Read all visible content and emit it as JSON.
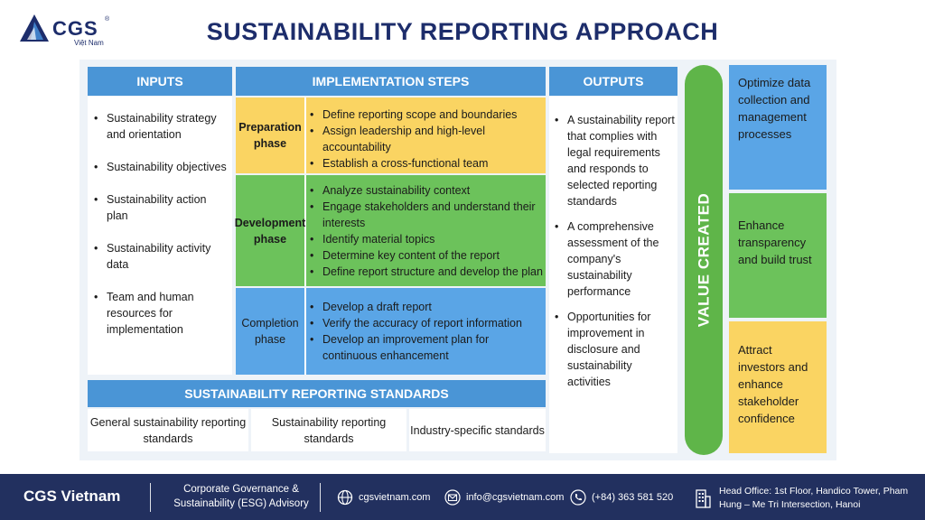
{
  "logo": {
    "brand": "CGS",
    "sub": "Việt Nam",
    "reg": "®"
  },
  "title": "SUSTAINABILITY REPORTING APPROACH",
  "inputs": {
    "header": "INPUTS",
    "items": [
      "Sustainability strategy and orientation",
      "Sustainability objectives",
      "Sustainability action plan",
      "Sustainability activity data",
      "Team and human resources for implementation"
    ]
  },
  "steps": {
    "header": "IMPLEMENTATION STEPS",
    "phases": [
      {
        "label": "Preparation phase",
        "color": "#fad462",
        "items": [
          "Define reporting scope and boundaries",
          "Assign leadership and high-level accountability",
          "Establish a cross-functional team"
        ]
      },
      {
        "label": "Development phase",
        "color": "#6cc25b",
        "items": [
          "Analyze sustainability context",
          "Engage stakeholders and understand their interests",
          "Identify material topics",
          "Determine key content of the report",
          "Define report structure and develop the plan"
        ]
      },
      {
        "label": "Completion phase",
        "color": "#5aa5e6",
        "items": [
          "Develop a draft report",
          "Verify the accuracy of report information",
          "Develop an improvement plan for continuous enhancement"
        ]
      }
    ]
  },
  "outputs": {
    "header": "OUTPUTS",
    "items": [
      "A sustainability report that complies with legal requirements and responds to selected reporting standards",
      "A comprehensive assessment of the company's sustainability performance",
      "Opportunities for improvement in disclosure and sustainability activities"
    ]
  },
  "standards": {
    "header": "SUSTAINABILITY REPORTING STANDARDS",
    "items": [
      "General sustainability reporting standards",
      "Sustainability reporting standards",
      "Industry-specific standards"
    ]
  },
  "value": {
    "label": "VALUE CREATED",
    "color": "#5fb549",
    "items": [
      {
        "text": "Optimize data collection and management processes",
        "color": "#5aa5e6"
      },
      {
        "text": "Enhance transparency and build trust",
        "color": "#6cc25b"
      },
      {
        "text": "Attract investors and enhance stakeholder confidence",
        "color": "#fad462"
      }
    ]
  },
  "footer": {
    "name": "CGS Vietnam",
    "description": "Corporate Governance & Sustainability (ESG) Advisory",
    "website": "cgsvietnam.com",
    "email": "info@cgsvietnam.com",
    "phone": "(+84) 363 581 520",
    "office": "Head Office: 1st Floor, Handico Tower, Pham Hung – Me Tri Intersection, Hanoi"
  }
}
